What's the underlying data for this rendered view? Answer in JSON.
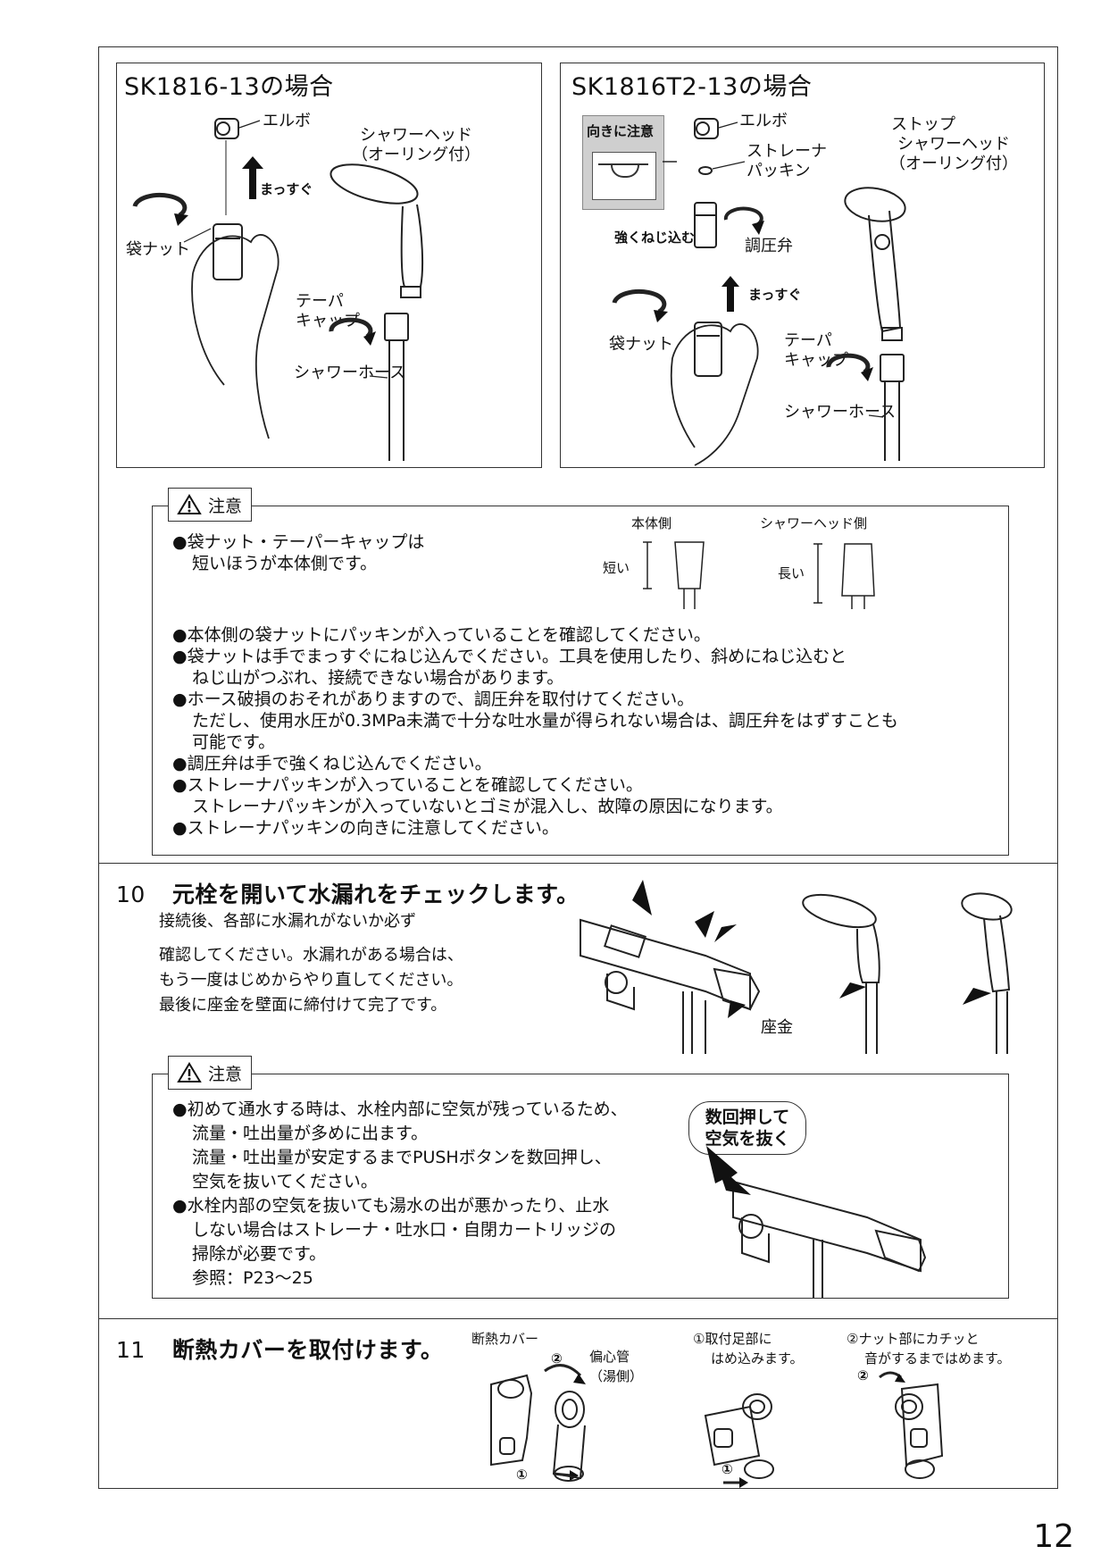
{
  "panel_left": {
    "title": "SK1816-13の場合",
    "elbow": "エルボ",
    "straight": "まっすぐ",
    "nut": "袋ナット",
    "head_line1": "シャワーヘッド",
    "head_line2": "（オーリング付）",
    "taper_line1": "テーパ",
    "taper_line2": "キャップ",
    "hose": "シャワーホース"
  },
  "panel_right": {
    "title": "SK1816T2-13の場合",
    "orientation_note": "向きに注意",
    "elbow": "エルボ",
    "strainer_line1": "ストレーナ",
    "strainer_line2": "パッキン",
    "tighten": "強くねじ込む",
    "regulator": "調圧弁",
    "straight": "まっすぐ",
    "nut": "袋ナット",
    "head_line1": "ストップ",
    "head_line2": "シャワーヘッド",
    "head_line3": "（オーリング付）",
    "taper_line1": "テーパ",
    "taper_line2": "キャップ",
    "hose": "シャワーホース"
  },
  "caution1": {
    "tag": "注意",
    "first_line1": "●袋ナット・テーパーキャップは",
    "first_line2": "短いほうが本体側です。",
    "body_side": "本体側",
    "head_side": "シャワーヘッド側",
    "short": "短い",
    "long": "長い",
    "lines": [
      {
        "text": "●本体側の袋ナットにパッキンが入っていることを確認してください。",
        "indent": false
      },
      {
        "text": "●袋ナットは手でまっすぐにねじ込んでください。工具を使用したり、斜めにねじ込むと",
        "indent": false
      },
      {
        "text": "ねじ山がつぶれ、接続できない場合があります。",
        "indent": true
      },
      {
        "text": "●ホース破損のおそれがありますので、調圧弁を取付けてください。",
        "indent": false
      },
      {
        "text": "ただし、使用水圧が0.3MPa未満で十分な吐水量が得られない場合は、調圧弁をはずすことも",
        "indent": true
      },
      {
        "text": "可能です。",
        "indent": true
      },
      {
        "text": "●調圧弁は手で強くねじ込んでください。",
        "indent": false
      },
      {
        "text": "●ストレーナパッキンが入っていることを確認してください。",
        "indent": false
      },
      {
        "text": "ストレーナパッキンが入っていないとゴミが混入し、故障の原因になります。",
        "indent": true
      },
      {
        "text": "●ストレーナパッキンの向きに注意してください。",
        "indent": false
      }
    ]
  },
  "step10": {
    "number": "10",
    "title": "元栓を開いて水漏れをチェックします。",
    "para": [
      "接続後、各部に水漏れがないか必ず",
      "確認してください。水漏れがある場合は、",
      "もう一度はじめからやり直してください。",
      "最後に座金を壁面に締付けて完了です。"
    ],
    "washer": "座金"
  },
  "caution2": {
    "tag": "注意",
    "lines": [
      {
        "text": "●初めて通水する時は、水栓内部に空気が残っているため、",
        "indent": false
      },
      {
        "text": "流量・吐出量が多めに出ます。",
        "indent": true
      },
      {
        "text": "流量・吐出量が安定するまでPUSHボタンを数回押し、",
        "indent": true
      },
      {
        "text": "空気を抜いてください。",
        "indent": true
      },
      {
        "text": "●水栓内部の空気を抜いても湯水の出が悪かったり、止水",
        "indent": false
      },
      {
        "text": "しない場合はストレーナ・吐水口・自閉カートリッジの",
        "indent": true
      },
      {
        "text": "掃除が必要です。",
        "indent": true
      },
      {
        "text": "参照：P23～25",
        "indent": true
      }
    ],
    "bubble_line1": "数回押して",
    "bubble_line2": "空気を抜く"
  },
  "step11": {
    "number": "11",
    "title": "断熱カバーを取付けます。",
    "cover": "断熱カバー",
    "eccentric_line1": "偏心管",
    "eccentric_line2": "（湯側）",
    "circle1": "①",
    "circle2": "②",
    "fig2_line1": "①取付足部に",
    "fig2_line2": "はめ込みます。",
    "fig3_line1": "②ナット部にカチッと",
    "fig3_line2": "音がするまではめます。"
  },
  "page_number": "12"
}
